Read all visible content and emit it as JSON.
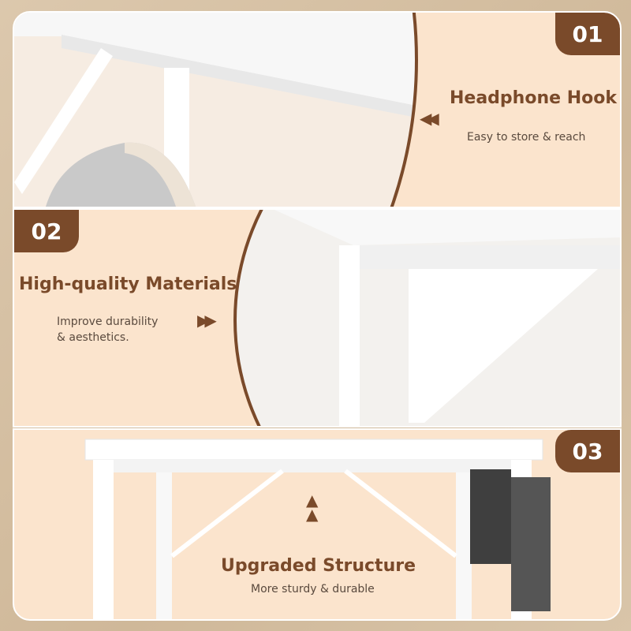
{
  "features": [
    {
      "number": "01",
      "title": "Headphone Hook",
      "subtitle": "Easy to store & reach",
      "arrow": "◀◀"
    },
    {
      "number": "02",
      "title": "High-quality Materials",
      "subtitle_line1": "Improve durability",
      "subtitle_line2": "& aesthetics.",
      "arrow": "▶▶"
    },
    {
      "number": "03",
      "title": "Upgraded Structure",
      "subtitle": "More sturdy & durable",
      "arrow_top": "▲",
      "arrow_bottom": "▲"
    }
  ],
  "colors": {
    "brand": "#7a4a2a",
    "panel": "#fbe4cd",
    "background": "#d8c3a6"
  }
}
